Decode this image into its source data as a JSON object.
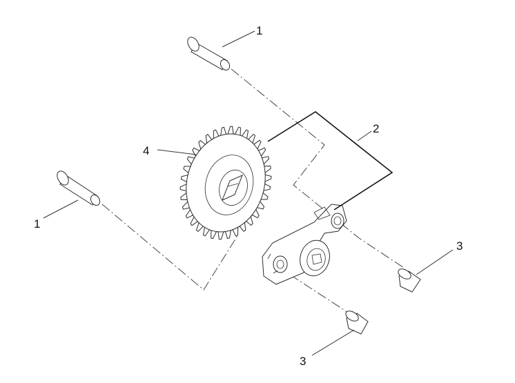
{
  "callouts": {
    "bolt_top": "1",
    "bolt_left": "1",
    "pump_assembly": "2",
    "dowel_right": "3",
    "dowel_bottom": "3",
    "gear": "4"
  }
}
